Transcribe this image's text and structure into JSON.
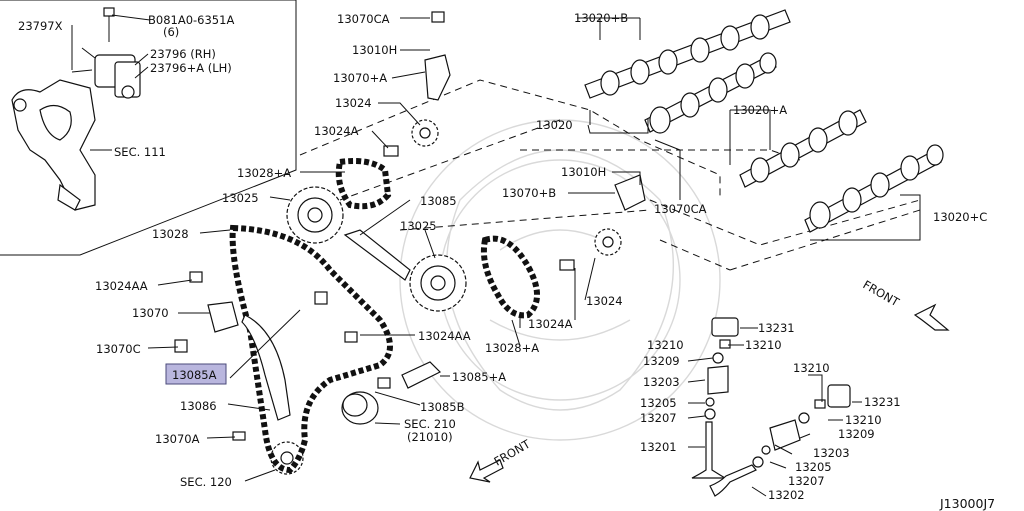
{
  "diagram_code": "J13000J7",
  "labels": {
    "l_23797x": "23797X",
    "l_081a0": "B081A0-6351A",
    "l_081a0_qty": "(6)",
    "l_23796_rh": "23796   (RH)",
    "l_23796_lh": "23796+A (LH)",
    "l_sec111": "SEC. 111",
    "l_13070ca_top": "13070CA",
    "l_13010h_top": "13010H",
    "l_13070a_top": "13070+A",
    "l_13024_top": "13024",
    "l_13024a_top": "13024A",
    "l_13028a_top": "13028+A",
    "l_13025_left": "13025",
    "l_13085": "13085",
    "l_13028": "13028",
    "l_13025_mid": "13025",
    "l_13024aa_left": "13024AA",
    "l_13070": "13070",
    "l_13070c": "13070C",
    "l_13085a": "13085A",
    "l_13086": "13086",
    "l_13070a_bottom": "13070A",
    "l_sec120": "SEC. 120",
    "l_13024aa_mid": "13024AA",
    "l_13085a_plus": "13085+A",
    "l_13085b": "13085B",
    "l_sec210": "SEC. 210",
    "l_21010": "(21010)",
    "l_front_bottom": "FRONT",
    "l_13024a_mid": "13024A",
    "l_13028a_mid": "13028+A",
    "l_13024_mid": "13024",
    "l_13020b": "13020+B",
    "l_13020": "13020",
    "l_13020a": "13020+A",
    "l_13020c": "13020+C",
    "l_13010h_mid": "13010H",
    "l_13070b": "13070+B",
    "l_13070ca_mid": "13070CA",
    "l_front_right": "FRONT",
    "l_13231_a": "13231",
    "l_13210_a": "13210",
    "l_13209_a": "13209",
    "l_13203_a": "13203",
    "l_13205_a": "13205",
    "l_13207_a": "13207",
    "l_13201": "13201",
    "l_13210_b": "13210",
    "l_13231_b": "13231",
    "l_13210_c": "13210",
    "l_13209_b": "13209",
    "l_13203_b": "13203",
    "l_13205_b": "13205",
    "l_13207_b": "13207",
    "l_13202": "13202"
  },
  "colors": {
    "ink": "#111111",
    "highlight": "#b9b6de",
    "watermark": "#d9d9d9"
  }
}
